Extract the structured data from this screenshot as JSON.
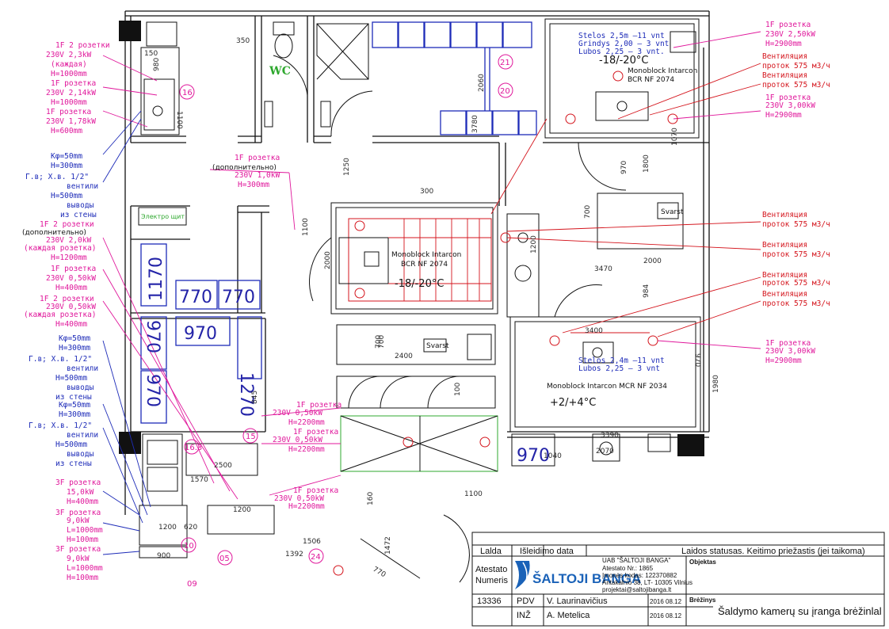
{
  "sockets_left": [
    [
      "1F 2 розетки",
      "230V 2,3kW",
      "(каждая)",
      "H=1000mm"
    ],
    [
      "1F розетка",
      "230V 2,14kW",
      "H=1000mm"
    ],
    [
      "1F  розетка",
      "230V 1,78kW",
      "H=600mm"
    ]
  ],
  "water_left_top": [
    "Kφ=50mm",
    "H=300mm",
    "Г.в; Х.в. 1/2\"",
    "вентили",
    "H=500mm",
    "выводы",
    "из стены"
  ],
  "socket_extra": [
    "1F розетка",
    "(дополнительно)",
    "230V 1,0kW",
    "H=300mm"
  ],
  "sockets_left_mid": [
    [
      "1F 2 розетки",
      "(дополнительно)",
      "230V 2,0kW",
      "(каждая розетка)",
      "H=1200mm"
    ],
    [
      "1F розетка",
      "230V 0,50kW",
      "H=400mm"
    ],
    [
      "1F 2 розетки",
      "230V 0,50kW",
      "(каждая розетка)",
      "H=400mm"
    ]
  ],
  "water_left_bottom": [
    "Kφ=50mm",
    "H=300mm",
    "Г.в; Х.в. 1/2\"",
    "вентили",
    "H=500mm",
    "выводы",
    "из стены",
    "Kφ=50mm",
    "H=300mm",
    "Г.в; Х.в. 1/2\"",
    "вентили",
    "H=500mm",
    "выводы",
    "из стены"
  ],
  "sockets_3f": [
    [
      "3F розетка",
      "15,0kW",
      "H=400mm"
    ],
    [
      "3F розетка",
      "9,0kW",
      "L=1000mm",
      "H=100mm"
    ],
    [
      "3F розетка",
      "9,0kW",
      "L=1000mm",
      "H=100mm"
    ]
  ],
  "sockets_center": [
    [
      "1F розетка",
      "230V 0,50kW",
      "H=2200mm"
    ],
    [
      "1F розетка",
      "230V 0,50kW",
      "H=2200mm"
    ],
    [
      "1F розетка",
      "230V 0,50kW",
      "H=2200mm"
    ]
  ],
  "right_notes": [
    [
      "1F розетка",
      "230V 2,50kW",
      "H=2900mm"
    ],
    [
      "Вентиляция",
      "проток 575 м3/ч"
    ],
    [
      "Вентиляция",
      "проток 575 м3/ч"
    ],
    [
      "1F розетка",
      "230V 3,00kW",
      "H=2900mm"
    ],
    [
      "Вентиляция",
      "проток 575 м3/ч"
    ],
    [
      "Вентиляция",
      "проток 575 м3/ч"
    ],
    [
      "Вентиляция",
      "проток 575 м3/ч"
    ],
    [
      "Вентиляция",
      "проток 575 м3/ч"
    ],
    [
      "1F розетка",
      "230V 3,00kW",
      "H=2900mm"
    ]
  ],
  "rooms": {
    "wc": "WC",
    "elektro": "Электро щит",
    "freezer_top": {
      "shelves": [
        "Stelos 2,5m –11 vnt",
        "Grindys 2,00 – 3 vnt",
        "Lubos 2,25 – 3 vnt."
      ],
      "temp": "-18/-20°C",
      "unit": [
        "Monoblock Intarcon",
        "BCR NF 2074"
      ]
    },
    "freezer_mid": {
      "unit": [
        "Monoblock Intarcon",
        "BCR NF 2074"
      ],
      "temp": "-18/-20°C"
    },
    "cooler": {
      "shelves": [
        "Stelos 2,4m –11 vnt",
        "Lubos 2,25 – 3 vnt"
      ],
      "unit": "Monoblock Intarcon MCR NF 2034",
      "temp": "+2/+4°C"
    }
  },
  "equipment_labels": [
    "Svarst",
    "Svarst"
  ],
  "numbers": [
    "16",
    "21",
    "20",
    "15",
    "16.3",
    "10",
    "05",
    "24",
    "09"
  ],
  "dimensions": {
    "big": [
      "1170",
      "770",
      "770",
      "970",
      "1270",
      "970",
      "970",
      "970"
    ],
    "small": [
      "150",
      "1100",
      "980",
      "350",
      "2060",
      "3780",
      "1250",
      "2000",
      "1100",
      "970",
      "1800",
      "700",
      "2000",
      "3470",
      "984",
      "1980",
      "3400",
      "970",
      "2400",
      "700",
      "100",
      "1100",
      "160",
      "1506",
      "1392",
      "770",
      "1472",
      "1200",
      "620",
      "900",
      "2500",
      "1570",
      "1200",
      "3390",
      "1040",
      "845",
      "700",
      "1070",
      "2070",
      "1200",
      "300"
    ]
  },
  "title_block": {
    "col_lalda": "Lalda",
    "col_date": "Išleidimo data",
    "col_status": "Laidos statusas. Keitimo priežastis (jei taikoma)",
    "atestato": [
      "Atestato",
      "Numeris"
    ],
    "company_name": "ŠALTOJI BANGA",
    "company_info": [
      "UAB \"ŠALTOJI BANGA\"",
      "Atestato Nr.: 1865",
      "Įmonės kodas: 122370882",
      "Antakalnio 38, LT- 10305 Vilnius",
      "projektai@saltojibanga.lt"
    ],
    "objektas": "Objektas",
    "number": "13336",
    "pdv": "PDV",
    "inz": "INŽ",
    "person1": "V. Laurinavičius",
    "person2": "A. Metelica",
    "date1": "2016 08.12",
    "date2": "2016 08.12",
    "breziniys": "Brėžinys",
    "drawing_title": "Šaldymo kamerų su įranga brėžinlal"
  },
  "colors": {
    "magenta": "#e0179b",
    "blue": "#1d2bb8",
    "red": "#d4141c",
    "green": "#2fa82f",
    "company": "#1a62b8"
  }
}
